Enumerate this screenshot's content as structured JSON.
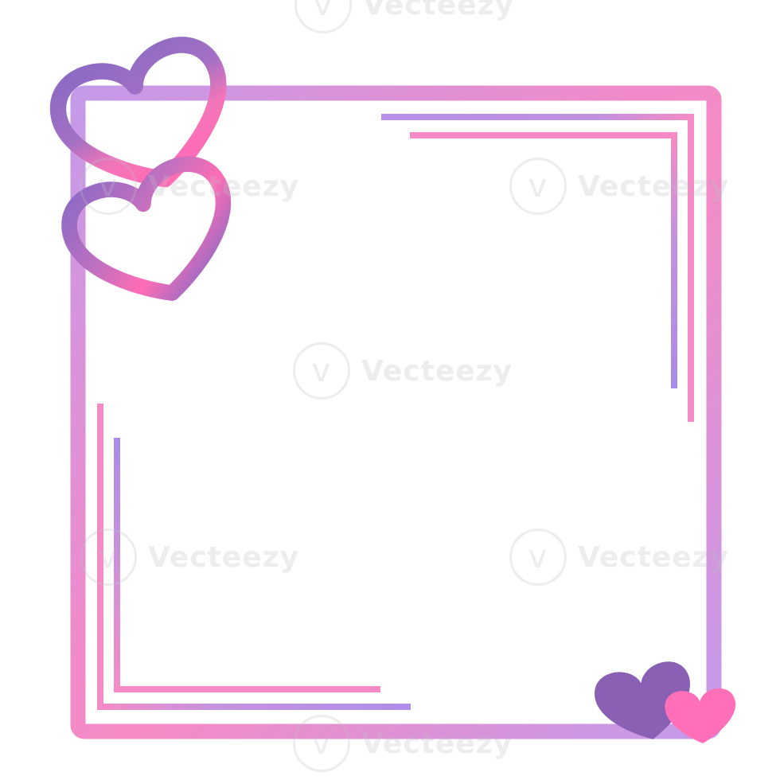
{
  "watermark": {
    "text": "Vecteezy",
    "logo_glyph": "v"
  },
  "colors": {
    "purple": "#8a68c4",
    "lavender": "#b98ee6",
    "pink": "#ff6fb6",
    "light_pink": "#f38ac4"
  },
  "decor": {
    "frame": "rounded-square-gradient-frame",
    "corner_top_left": "two-outline-hearts",
    "corner_bottom_right": "two-filled-hearts"
  }
}
